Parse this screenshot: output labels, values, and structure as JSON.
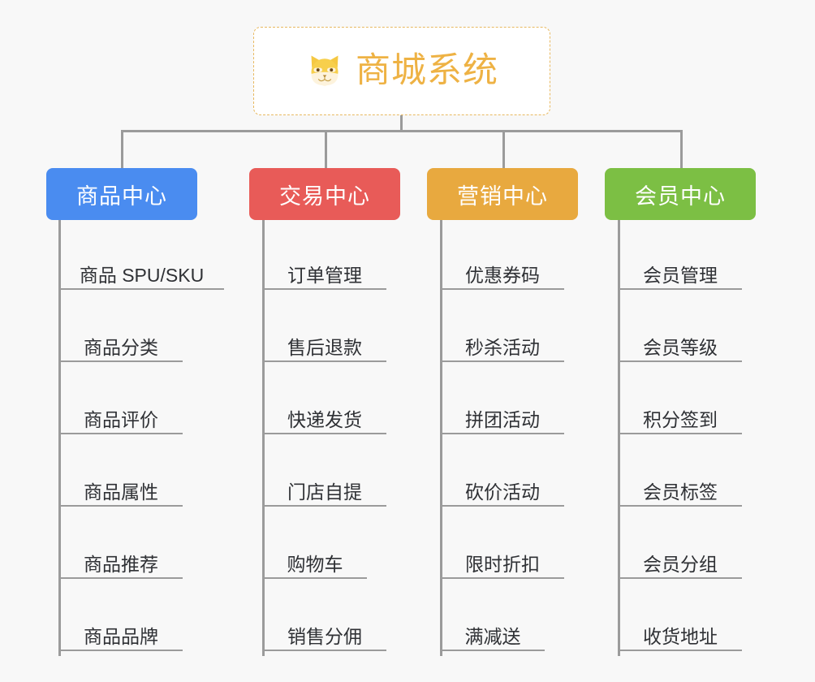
{
  "canvas": {
    "background": "#f8f8f8",
    "connector_color": "#9b9b9b"
  },
  "root": {
    "title": "商城系统",
    "icon": "shiba-dog-face-icon",
    "text_color": "#eeb244",
    "border_color": "#e8b960",
    "background": "#ffffff"
  },
  "branches": [
    {
      "label": "商品中心",
      "color": "#4a8cf0",
      "items": [
        "商品 SPU/SKU",
        "商品分类",
        "商品评价",
        "商品属性",
        "商品推荐",
        "商品品牌"
      ]
    },
    {
      "label": "交易中心",
      "color": "#e85b58",
      "items": [
        "订单管理",
        "售后退款",
        "快递发货",
        "门店自提",
        "购物车",
        "销售分佣"
      ]
    },
    {
      "label": "营销中心",
      "color": "#e8a93f",
      "items": [
        "优惠券码",
        "秒杀活动",
        "拼团活动",
        "砍价活动",
        "限时折扣",
        "满减送"
      ]
    },
    {
      "label": "会员中心",
      "color": "#7cbf44",
      "items": [
        "会员管理",
        "会员等级",
        "积分签到",
        "会员标签",
        "会员分组",
        "收货地址"
      ]
    }
  ]
}
